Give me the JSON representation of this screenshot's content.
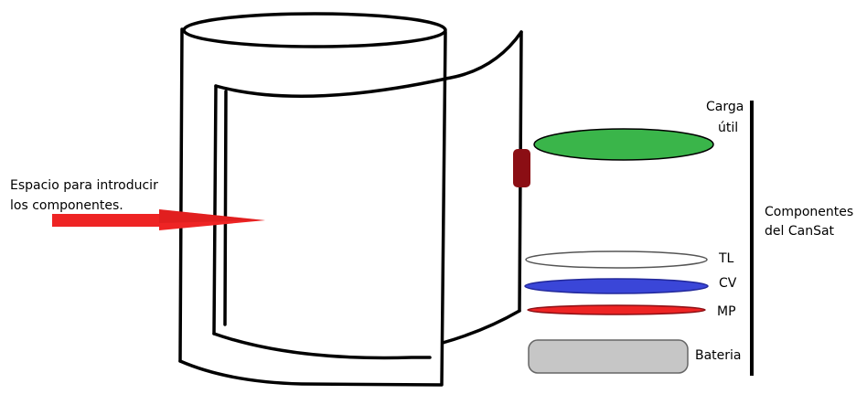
{
  "labels": {
    "space_line1": "Espacio para introducir",
    "space_line2": "los componentes.",
    "payload_line1": "Carga",
    "payload_line2": "útil",
    "group_line1": "Componentes",
    "group_line2": "del CanSat",
    "tl": "TL",
    "cv": "CV",
    "mp": "MP",
    "battery": "Bateria"
  },
  "colors": {
    "payload": "#3ab54a",
    "tl": "#ffffff",
    "cv": "#3a46d8",
    "mp": "#ee2424",
    "battery": "#c6c6c6",
    "arrow": "#ee2424",
    "latch": "#8b0e14",
    "outline": "#000000"
  }
}
